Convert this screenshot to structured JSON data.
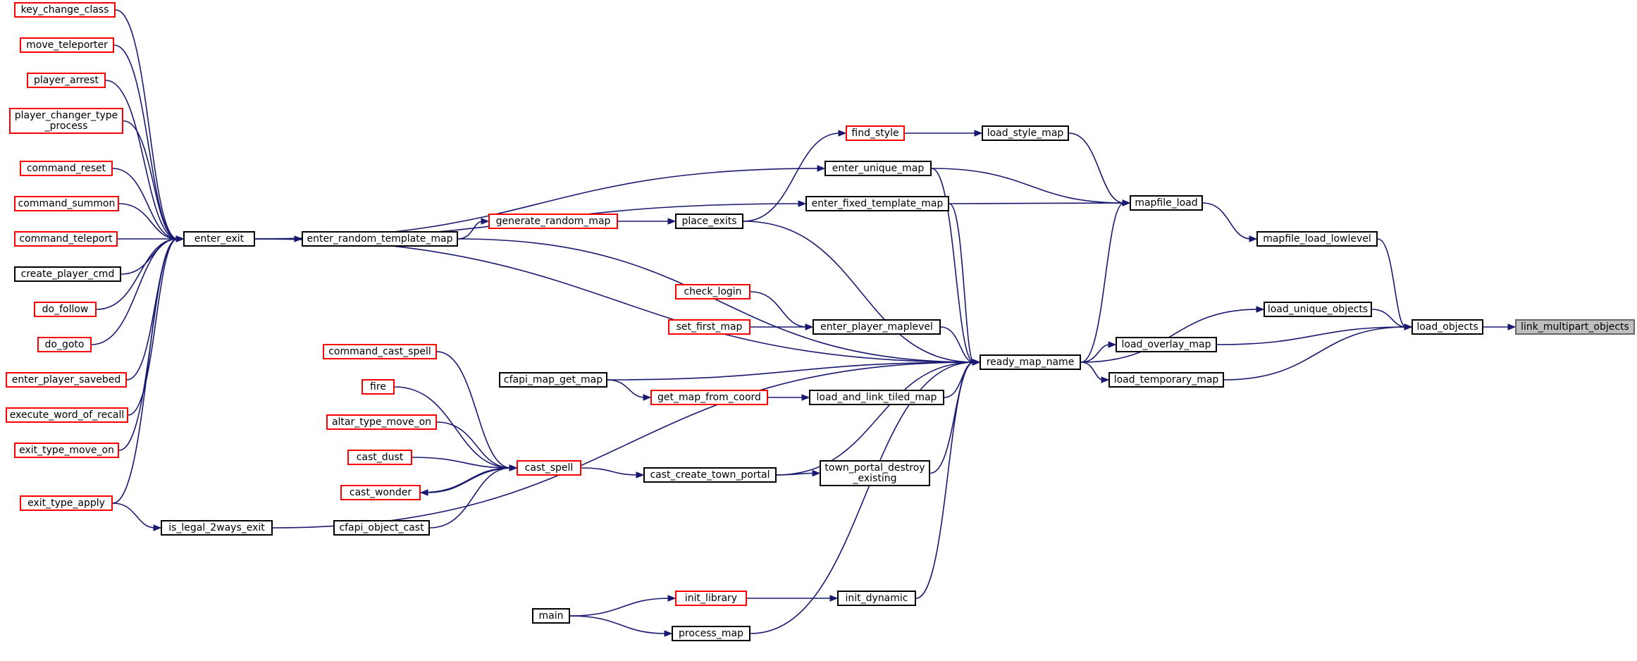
{
  "graph": {
    "colors": {
      "edge": "#191970",
      "link_border": "#ff0000",
      "plain_border": "#000000",
      "current_fill": "#bfbfbf"
    },
    "nodes": [
      {
        "id": "link_multipart_objects",
        "label": "link_multipart_objects",
        "style": "current"
      },
      {
        "id": "load_objects",
        "label": "load_objects",
        "style": "plain"
      },
      {
        "id": "mapfile_load_lowlevel",
        "label": "mapfile_load_lowlevel",
        "style": "plain"
      },
      {
        "id": "load_unique_objects",
        "label": "load_unique_objects",
        "style": "plain"
      },
      {
        "id": "load_overlay_map",
        "label": "load_overlay_map",
        "style": "plain"
      },
      {
        "id": "load_temporary_map",
        "label": "load_temporary_map",
        "style": "plain"
      },
      {
        "id": "mapfile_load",
        "label": "mapfile_load",
        "style": "plain"
      },
      {
        "id": "load_style_map",
        "label": "load_style_map",
        "style": "plain"
      },
      {
        "id": "ready_map_name",
        "label": "ready_map_name",
        "style": "plain"
      },
      {
        "id": "find_style",
        "label": "find_style",
        "style": "link"
      },
      {
        "id": "enter_unique_map",
        "label": "enter_unique_map",
        "style": "plain"
      },
      {
        "id": "enter_fixed_template_map",
        "label": "enter_fixed_template_map",
        "style": "plain"
      },
      {
        "id": "place_exits",
        "label": "place_exits",
        "style": "plain"
      },
      {
        "id": "generate_random_map",
        "label": "generate_random_map",
        "style": "link"
      },
      {
        "id": "enter_random_template_map",
        "label": "enter_random_template_map",
        "style": "plain"
      },
      {
        "id": "enter_exit",
        "label": "enter_exit",
        "style": "plain"
      },
      {
        "id": "check_login",
        "label": "check_login",
        "style": "link"
      },
      {
        "id": "set_first_map",
        "label": "set_first_map",
        "style": "link"
      },
      {
        "id": "enter_player_maplevel",
        "label": "enter_player_maplevel",
        "style": "plain"
      },
      {
        "id": "cfapi_map_get_map",
        "label": "cfapi_map_get_map",
        "style": "plain"
      },
      {
        "id": "get_map_from_coord",
        "label": "get_map_from_coord",
        "style": "link"
      },
      {
        "id": "load_and_link_tiled_map",
        "label": "load_and_link_tiled_map",
        "style": "plain"
      },
      {
        "id": "town_portal_destroy_existing",
        "label": "town_portal_destroy\n_existing",
        "style": "plain"
      },
      {
        "id": "cast_create_town_portal",
        "label": "cast_create_town_portal",
        "style": "plain"
      },
      {
        "id": "cast_spell",
        "label": "cast_spell",
        "style": "link"
      },
      {
        "id": "command_cast_spell",
        "label": "command_cast_spell",
        "style": "link"
      },
      {
        "id": "fire",
        "label": "fire",
        "style": "link"
      },
      {
        "id": "altar_type_move_on",
        "label": "altar_type_move_on",
        "style": "link"
      },
      {
        "id": "cast_dust",
        "label": "cast_dust",
        "style": "link"
      },
      {
        "id": "cast_wonder",
        "label": "cast_wonder",
        "style": "link"
      },
      {
        "id": "cfapi_object_cast",
        "label": "cfapi_object_cast",
        "style": "plain"
      },
      {
        "id": "is_legal_2ways_exit",
        "label": "is_legal_2ways_exit",
        "style": "plain"
      },
      {
        "id": "init_dynamic",
        "label": "init_dynamic",
        "style": "plain"
      },
      {
        "id": "init_library",
        "label": "init_library",
        "style": "link"
      },
      {
        "id": "main",
        "label": "main",
        "style": "plain"
      },
      {
        "id": "process_map",
        "label": "process_map",
        "style": "plain"
      },
      {
        "id": "key_change_class",
        "label": "key_change_class",
        "style": "link"
      },
      {
        "id": "move_teleporter",
        "label": "move_teleporter",
        "style": "link"
      },
      {
        "id": "player_arrest",
        "label": "player_arrest",
        "style": "link"
      },
      {
        "id": "player_changer_type_process",
        "label": "player_changer_type\n_process",
        "style": "link"
      },
      {
        "id": "command_reset",
        "label": "command_reset",
        "style": "link"
      },
      {
        "id": "command_summon",
        "label": "command_summon",
        "style": "link"
      },
      {
        "id": "command_teleport",
        "label": "command_teleport",
        "style": "link"
      },
      {
        "id": "create_player_cmd",
        "label": "create_player_cmd",
        "style": "plain"
      },
      {
        "id": "do_follow",
        "label": "do_follow",
        "style": "link"
      },
      {
        "id": "do_goto",
        "label": "do_goto",
        "style": "link"
      },
      {
        "id": "enter_player_savebed",
        "label": "enter_player_savebed",
        "style": "link"
      },
      {
        "id": "execute_word_of_recall",
        "label": "execute_word_of_recall",
        "style": "link"
      },
      {
        "id": "exit_type_move_on",
        "label": "exit_type_move_on",
        "style": "link"
      },
      {
        "id": "exit_type_apply",
        "label": "exit_type_apply",
        "style": "link"
      }
    ],
    "edges": [
      {
        "from": "load_objects",
        "to": "link_multipart_objects"
      },
      {
        "from": "mapfile_load_lowlevel",
        "to": "load_objects"
      },
      {
        "from": "load_unique_objects",
        "to": "load_objects"
      },
      {
        "from": "load_overlay_map",
        "to": "load_objects"
      },
      {
        "from": "load_temporary_map",
        "to": "load_objects"
      },
      {
        "from": "mapfile_load",
        "to": "mapfile_load_lowlevel"
      },
      {
        "from": "load_style_map",
        "to": "mapfile_load"
      },
      {
        "from": "enter_unique_map",
        "to": "mapfile_load"
      },
      {
        "from": "enter_fixed_template_map",
        "to": "mapfile_load"
      },
      {
        "from": "ready_map_name",
        "to": "mapfile_load"
      },
      {
        "from": "ready_map_name",
        "to": "load_unique_objects"
      },
      {
        "from": "ready_map_name",
        "to": "load_overlay_map"
      },
      {
        "from": "ready_map_name",
        "to": "load_temporary_map"
      },
      {
        "from": "find_style",
        "to": "load_style_map"
      },
      {
        "from": "place_exits",
        "to": "find_style"
      },
      {
        "from": "enter_unique_map",
        "to": "ready_map_name"
      },
      {
        "from": "enter_fixed_template_map",
        "to": "ready_map_name"
      },
      {
        "from": "place_exits",
        "to": "ready_map_name"
      },
      {
        "from": "enter_random_template_map",
        "to": "ready_map_name"
      },
      {
        "from": "enter_player_maplevel",
        "to": "ready_map_name"
      },
      {
        "from": "cfapi_map_get_map",
        "to": "ready_map_name"
      },
      {
        "from": "load_and_link_tiled_map",
        "to": "ready_map_name"
      },
      {
        "from": "town_portal_destroy_existing",
        "to": "ready_map_name"
      },
      {
        "from": "cast_create_town_portal",
        "to": "ready_map_name"
      },
      {
        "from": "is_legal_2ways_exit",
        "to": "ready_map_name"
      },
      {
        "from": "init_dynamic",
        "to": "ready_map_name"
      },
      {
        "from": "process_map",
        "to": "ready_map_name"
      },
      {
        "from": "enter_exit",
        "to": "ready_map_name"
      },
      {
        "from": "enter_exit",
        "to": "enter_unique_map"
      },
      {
        "from": "enter_exit",
        "to": "enter_fixed_template_map"
      },
      {
        "from": "enter_exit",
        "to": "enter_random_template_map"
      },
      {
        "from": "generate_random_map",
        "to": "place_exits"
      },
      {
        "from": "enter_random_template_map",
        "to": "generate_random_map"
      },
      {
        "from": "check_login",
        "to": "enter_player_maplevel"
      },
      {
        "from": "set_first_map",
        "to": "enter_player_maplevel"
      },
      {
        "from": "cfapi_map_get_map",
        "to": "get_map_from_coord"
      },
      {
        "from": "get_map_from_coord",
        "to": "load_and_link_tiled_map"
      },
      {
        "from": "cast_create_town_portal",
        "to": "town_portal_destroy_existing"
      },
      {
        "from": "cast_spell",
        "to": "cast_create_town_portal"
      },
      {
        "from": "command_cast_spell",
        "to": "cast_spell"
      },
      {
        "from": "fire",
        "to": "cast_spell"
      },
      {
        "from": "altar_type_move_on",
        "to": "cast_spell"
      },
      {
        "from": "cast_dust",
        "to": "cast_spell"
      },
      {
        "from": "cast_wonder",
        "to": "cast_spell"
      },
      {
        "from": "cast_spell",
        "to": "cast_wonder"
      },
      {
        "from": "cfapi_object_cast",
        "to": "cast_spell"
      },
      {
        "from": "exit_type_apply",
        "to": "is_legal_2ways_exit"
      },
      {
        "from": "init_library",
        "to": "init_dynamic"
      },
      {
        "from": "main",
        "to": "init_library"
      },
      {
        "from": "main",
        "to": "process_map"
      },
      {
        "from": "key_change_class",
        "to": "enter_exit"
      },
      {
        "from": "move_teleporter",
        "to": "enter_exit"
      },
      {
        "from": "player_arrest",
        "to": "enter_exit"
      },
      {
        "from": "player_changer_type_process",
        "to": "enter_exit"
      },
      {
        "from": "command_reset",
        "to": "enter_exit"
      },
      {
        "from": "command_summon",
        "to": "enter_exit"
      },
      {
        "from": "command_teleport",
        "to": "enter_exit"
      },
      {
        "from": "create_player_cmd",
        "to": "enter_exit"
      },
      {
        "from": "do_follow",
        "to": "enter_exit"
      },
      {
        "from": "do_goto",
        "to": "enter_exit"
      },
      {
        "from": "enter_player_savebed",
        "to": "enter_exit"
      },
      {
        "from": "execute_word_of_recall",
        "to": "enter_exit"
      },
      {
        "from": "exit_type_move_on",
        "to": "enter_exit"
      },
      {
        "from": "exit_type_apply",
        "to": "enter_exit"
      }
    ]
  }
}
